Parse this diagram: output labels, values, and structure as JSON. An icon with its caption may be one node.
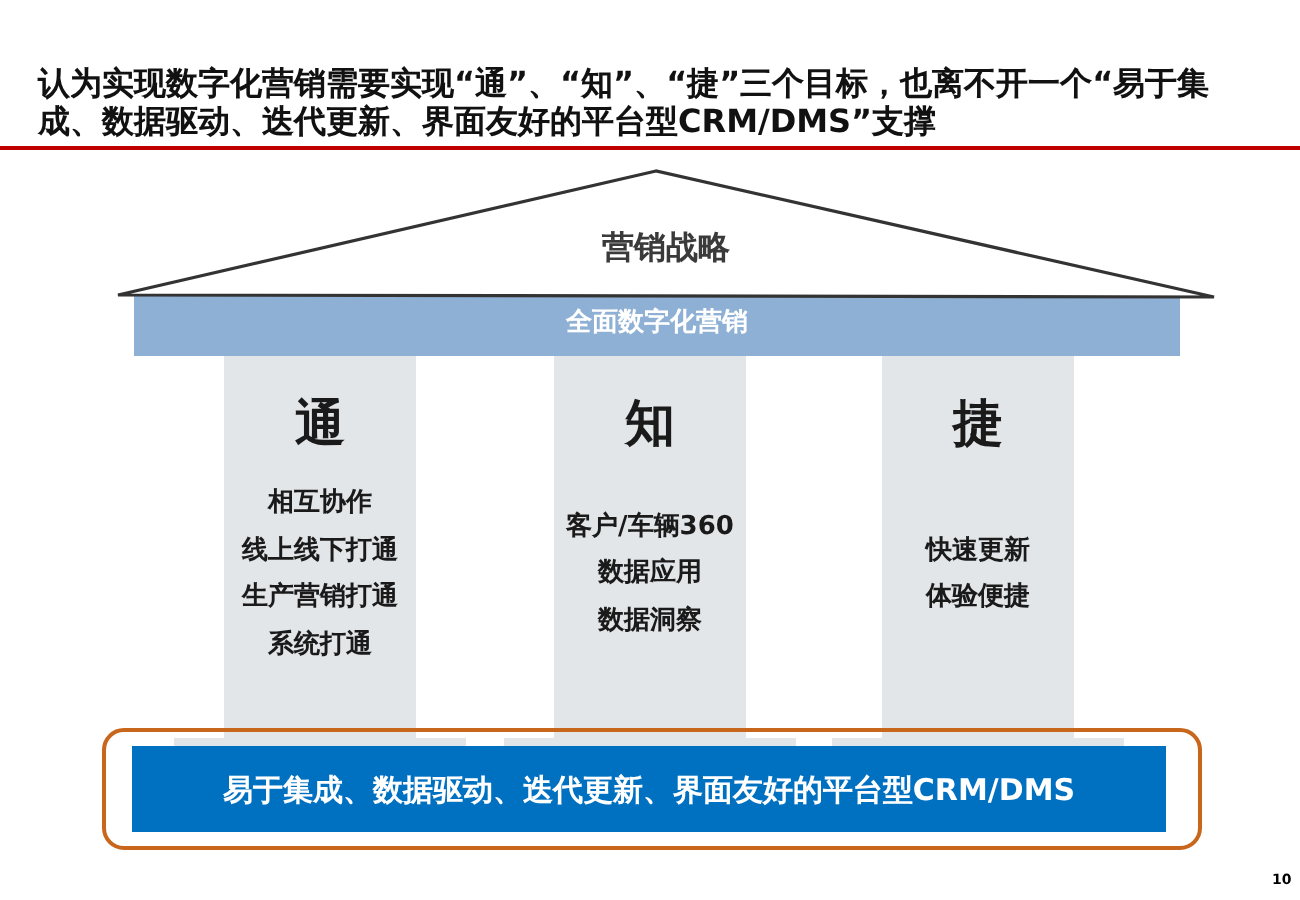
{
  "diagram": {
    "title": "认为实现数字化营销需要实现“通”、“知”、“捷”三个目标，也离不开一个“易于集成、数据驱动、迭代更新、界面友好的平台型CRM/DMS”支撑",
    "nodes": [
      {
        "text": [
          "营销战略"
        ]
      },
      {
        "text": [
          "全面数字化营销"
        ]
      },
      {
        "text": [
          "通",
          "相互协作",
          "线上线下打通",
          "生产营销打通",
          "系统打通"
        ]
      },
      {
        "text": [
          "知",
          "客户/车辆360",
          "数据应用",
          "数据洞察"
        ]
      },
      {
        "text": [
          "捷",
          "快速更新",
          "体验便捷"
        ]
      },
      {
        "text": [
          "易于集成、数据驱动、迭代更新、界面友好的平台型CRM/DMS"
        ]
      }
    ],
    "edges": [],
    "labels": [
      "10"
    ]
  }
}
